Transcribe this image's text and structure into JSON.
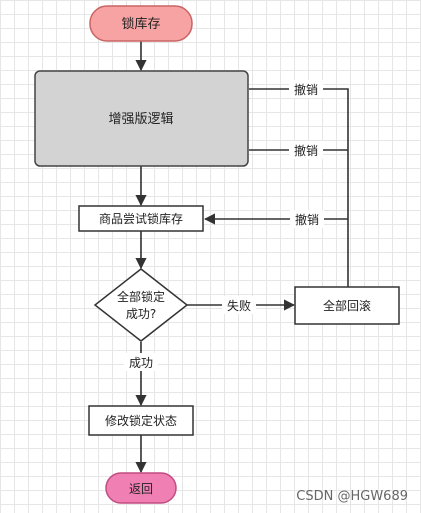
{
  "nodes": {
    "lock_stock": "锁库存",
    "enhanced_logic": "增强版逻辑",
    "product_try_lock": "商品尝试锁库存",
    "all_locked_line1": "全部锁定",
    "all_locked_line2": "成功?",
    "rollback_all": "全部回滚",
    "update_lock_status": "修改锁定状态",
    "return": "返回"
  },
  "edges": {
    "revoke_1": "撤销",
    "revoke_2": "撤销",
    "revoke_3": "撤销",
    "fail": "失败",
    "success": "成功"
  },
  "watermark": "CSDN @HGW689",
  "colors": {
    "start_fill": "#f8a3a3",
    "start_stroke": "#c96464",
    "logic_fill": "#d3d3d3",
    "return_fill": "#f07fb4",
    "return_stroke": "#c24c82",
    "box_stroke": "#333333",
    "arrow": "#333333"
  }
}
